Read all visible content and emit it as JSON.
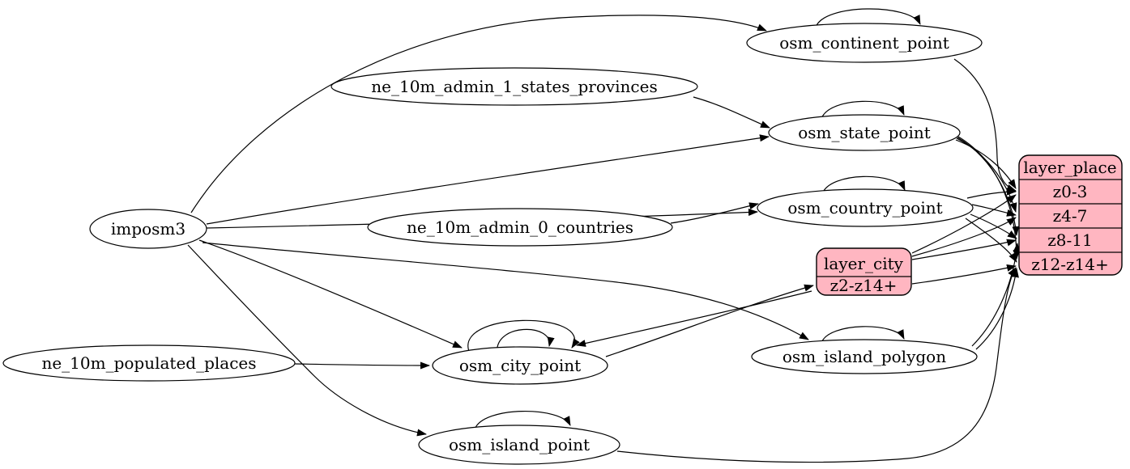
{
  "diagram": {
    "kind": "graphviz-etl-graph",
    "colors": {
      "background": "#ffffff",
      "table_node_fill": "#ffffff",
      "layer_record_fill": "#ffb6c1",
      "stroke": "#000000"
    },
    "nodes": {
      "imposm3": "imposm3",
      "ne_10m_admin_1_states_provinces": "ne_10m_admin_1_states_provinces",
      "ne_10m_admin_0_countries": "ne_10m_admin_0_countries",
      "ne_10m_populated_places": "ne_10m_populated_places",
      "osm_continent_point": "osm_continent_point",
      "osm_state_point": "osm_state_point",
      "osm_country_point": "osm_country_point",
      "osm_city_point": "osm_city_point",
      "osm_island_polygon": "osm_island_polygon",
      "osm_island_point": "osm_island_point"
    },
    "records": {
      "layer_city": {
        "title": "layer_city",
        "rows": [
          "z2-z14+"
        ]
      },
      "layer_place": {
        "title": "layer_place",
        "rows": [
          "z0-3",
          "z4-7",
          "z8-11",
          "z12-z14+"
        ]
      }
    },
    "self_loops": [
      "osm_continent_point",
      "osm_state_point",
      "osm_country_point",
      "osm_city_point",
      "osm_city_point",
      "osm_island_polygon",
      "osm_island_point"
    ],
    "edges": [
      {
        "from": "imposm3",
        "to": "osm_continent_point"
      },
      {
        "from": "imposm3",
        "to": "osm_state_point"
      },
      {
        "from": "imposm3",
        "to": "osm_country_point"
      },
      {
        "from": "imposm3",
        "to": "osm_city_point"
      },
      {
        "from": "imposm3",
        "to": "osm_island_polygon"
      },
      {
        "from": "imposm3",
        "to": "osm_island_point"
      },
      {
        "from": "ne_10m_admin_1_states_provinces",
        "to": "osm_state_point"
      },
      {
        "from": "ne_10m_admin_0_countries",
        "to": "osm_country_point"
      },
      {
        "from": "ne_10m_populated_places",
        "to": "osm_city_point"
      },
      {
        "from": "osm_continent_point",
        "to": "layer_place:z0-3"
      },
      {
        "from": "osm_state_point",
        "to": "layer_place:z0-3"
      },
      {
        "from": "osm_state_point",
        "to": "layer_place:z4-7"
      },
      {
        "from": "osm_state_point",
        "to": "layer_place:z8-11"
      },
      {
        "from": "osm_state_point",
        "to": "layer_place:z12-z14+"
      },
      {
        "from": "osm_country_point",
        "to": "layer_place:z0-3"
      },
      {
        "from": "osm_country_point",
        "to": "layer_place:z4-7"
      },
      {
        "from": "osm_country_point",
        "to": "layer_place:z8-11"
      },
      {
        "from": "osm_country_point",
        "to": "layer_place:z12-z14+"
      },
      {
        "from": "osm_island_polygon",
        "to": "layer_place:z8-11"
      },
      {
        "from": "osm_island_polygon",
        "to": "layer_place:z12-z14+"
      },
      {
        "from": "osm_island_point",
        "to": "layer_place:z12-z14+"
      },
      {
        "from": "osm_city_point",
        "to": "layer_city:z2-z14+"
      },
      {
        "from": "layer_city",
        "to": "osm_city_point"
      },
      {
        "from": "layer_city",
        "to": "layer_place:z0-3"
      },
      {
        "from": "layer_city",
        "to": "layer_place:z4-7"
      },
      {
        "from": "layer_city",
        "to": "layer_place:z8-11"
      },
      {
        "from": "layer_city",
        "to": "layer_place:z12-z14+"
      }
    ]
  }
}
